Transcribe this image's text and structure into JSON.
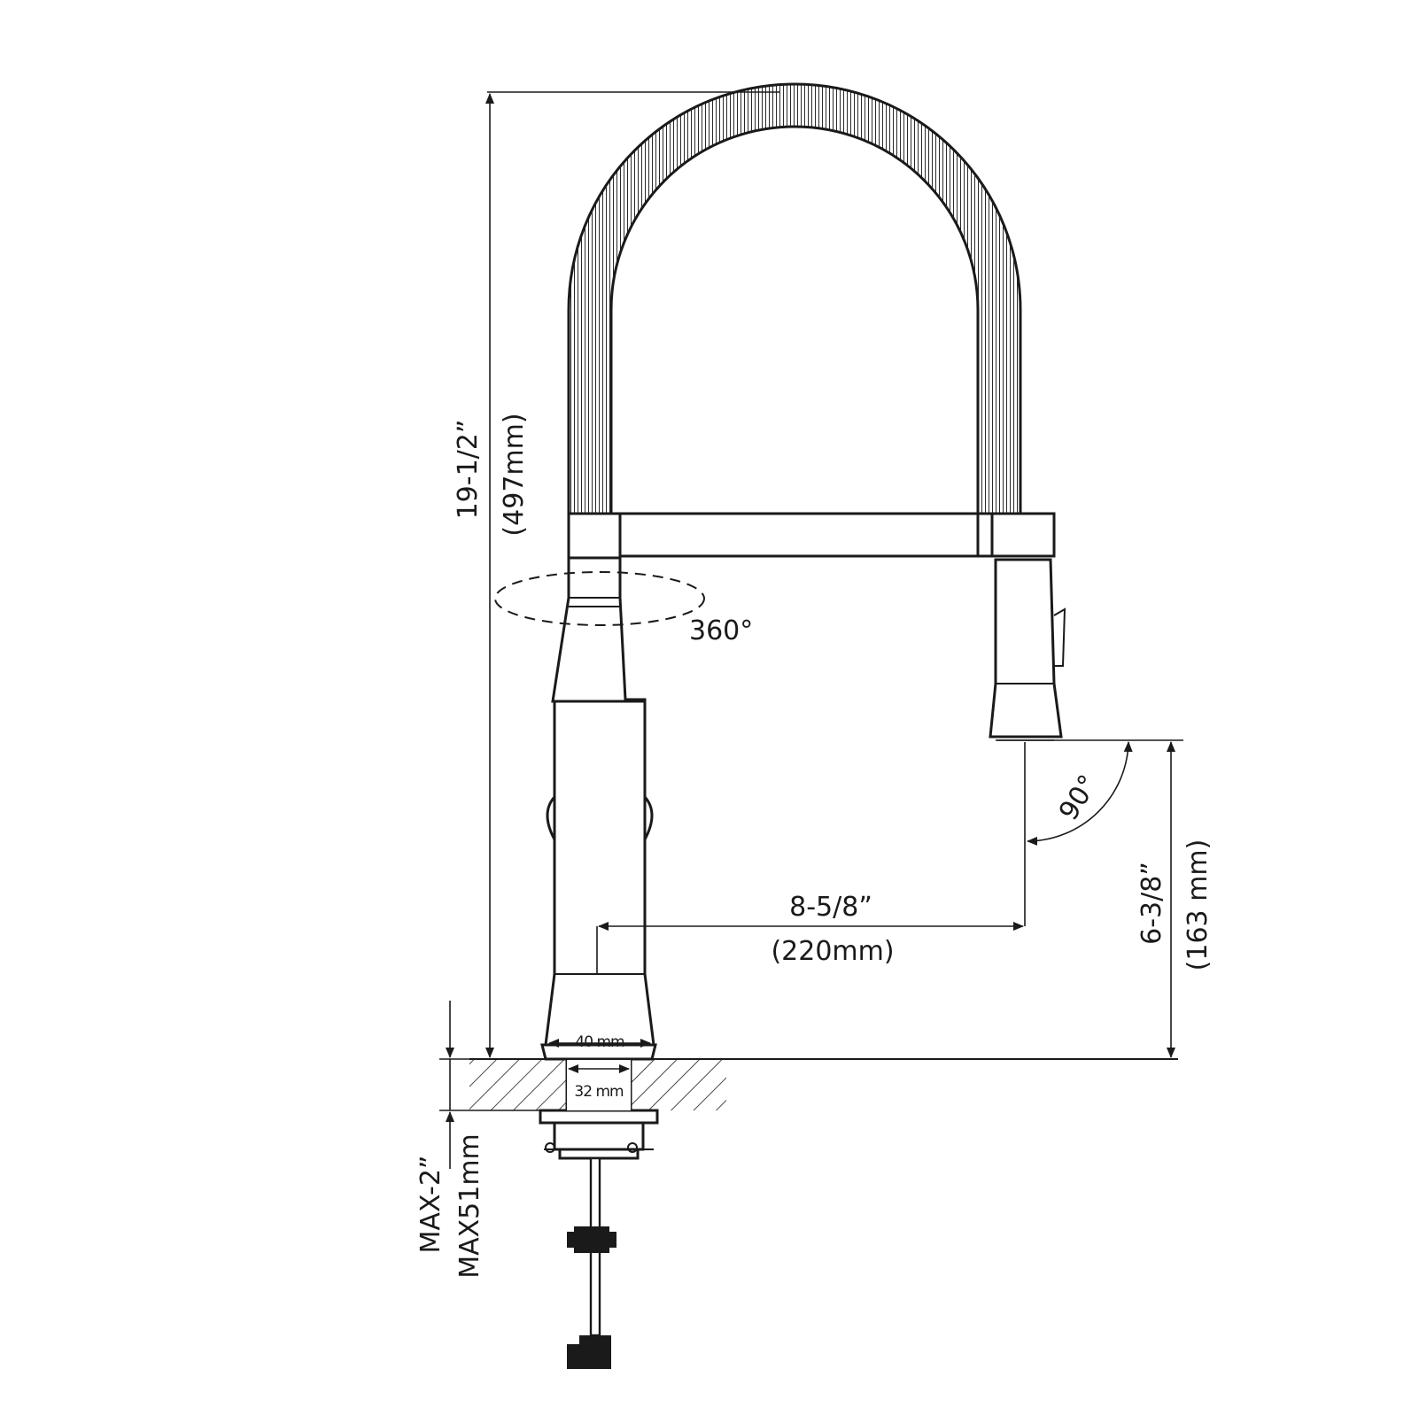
{
  "dimensions": {
    "total_height": {
      "imperial": "19-1/2”",
      "metric": "(497mm)"
    },
    "rotation": {
      "label": "360°"
    },
    "spout_angle": {
      "label": "90°"
    },
    "spout_reach": {
      "imperial": "8-5/8”",
      "metric": "(220mm)"
    },
    "spout_height": {
      "imperial": "6-3/8”",
      "metric": "(163 mm)"
    },
    "base_diameter": {
      "label": "40 mm"
    },
    "hole_diameter": {
      "label": "32 mm"
    },
    "max_deck_thickness": {
      "imperial": "MAX-2”",
      "metric": "MAX51mm"
    }
  },
  "colors": {
    "ink": "#1a1a1a",
    "background": "#ffffff"
  }
}
